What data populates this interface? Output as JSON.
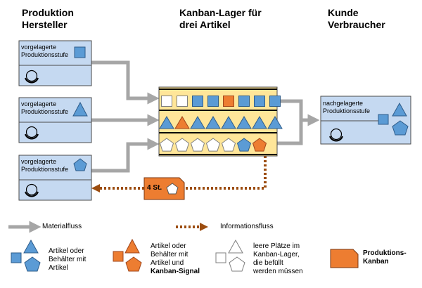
{
  "headers": {
    "producer": [
      "Produktion",
      "Hersteller"
    ],
    "store": [
      "Kanban-Lager für",
      "drei Artikel"
    ],
    "customer": [
      "Kunde",
      "Verbraucher"
    ]
  },
  "producer_stages": [
    {
      "label": [
        "vorgelagerte",
        "Produktionsstufe"
      ],
      "shape": "square"
    },
    {
      "label": [
        "vorgelagerte",
        "Produktionsstufe"
      ],
      "shape": "triangle"
    },
    {
      "label": [
        "vorgelagerte",
        "Produktionsstufe"
      ],
      "shape": "pentagon"
    }
  ],
  "customer_stage": {
    "label": [
      "nachgelagerte",
      "Produktionsstufe"
    ]
  },
  "kanban_card": {
    "label": "4 St."
  },
  "store_rows": [
    {
      "shape": "square",
      "slots": [
        "empty",
        "empty",
        "full",
        "full",
        "kanban",
        "full",
        "full",
        "full"
      ]
    },
    {
      "shape": "triangle",
      "slots": [
        "full",
        "kanban",
        "full",
        "full",
        "full",
        "full",
        "full",
        "full"
      ]
    },
    {
      "shape": "pentagon",
      "slots": [
        "empty",
        "empty",
        "empty",
        "empty",
        "empty",
        "full",
        "kanban"
      ]
    }
  ],
  "legend": {
    "material_flow": "Materialfluss",
    "information_flow": "Informationsfluss",
    "items": [
      "Artikel oder",
      "Behälter mit",
      "Artikel"
    ],
    "items_kanban": [
      "Artikel oder",
      "Behälter mit",
      "Artikel und"
    ],
    "items_kanban_bold": "Kanban-Signal",
    "empty_slots": [
      "leere Plätze im",
      "Kanban-Lager,",
      "die befüllt",
      "werden müssen"
    ],
    "production_kanban": [
      "Produktions-",
      "Kanban"
    ]
  },
  "colors": {
    "blue_fill": "#5b9bd5",
    "blue_stroke": "#2e5c8a",
    "orange_fill": "#ed7d31",
    "orange_stroke": "#a0451a",
    "box_fill": "#c5d9f1",
    "store_fill": "#ffe699",
    "gray_arrow": "#a6a6a6",
    "brown_dots": "#9c4d10"
  }
}
